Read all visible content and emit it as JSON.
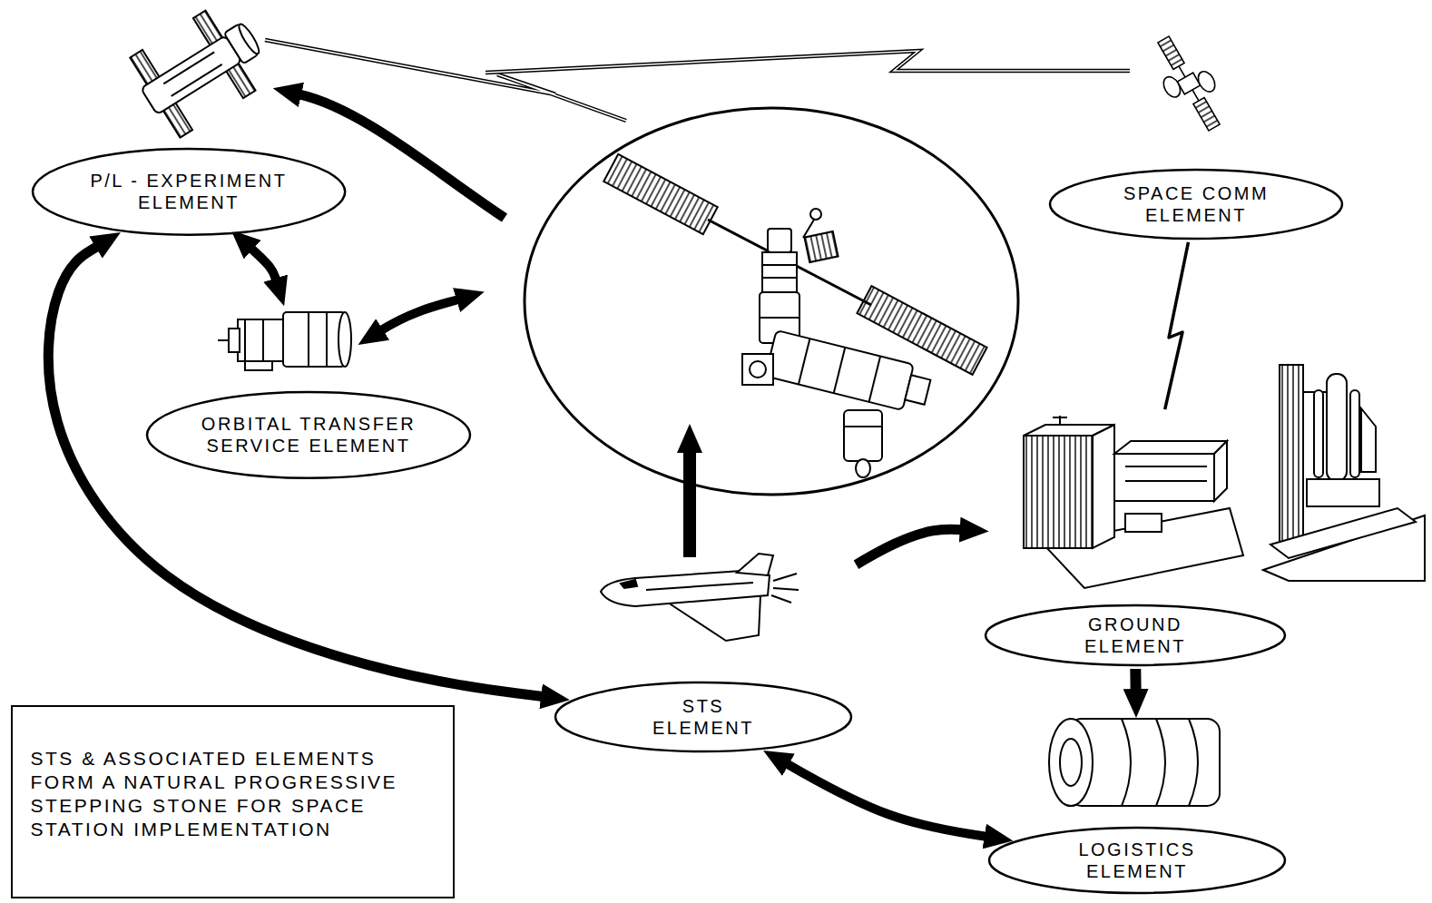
{
  "diagram": {
    "nodes": [
      {
        "text": [
          "P/L - EXPERIMENT ELEMENT"
        ]
      },
      {
        "text": [
          "SPACE COMM ELEMENT"
        ]
      },
      {
        "text": [
          "ORBITAL TRANSFER SERVICE ELEMENT"
        ]
      },
      {
        "text": [
          "GROUND ELEMENT"
        ]
      },
      {
        "text": [
          "STS ELEMENT"
        ]
      },
      {
        "text": [
          "LOGISTICS ELEMENT"
        ]
      },
      {
        "text": [
          "STS & ASSOCIATED ELEMENTS FORM A NATURAL PROGRESSIVE STEPPING STONE FOR SPACE STATION IMPLEMENTATION"
        ]
      }
    ],
    "edges": [
      {
        "from": 0,
        "to": 4,
        "arrow": "both"
      },
      {
        "from": 4,
        "to": 3,
        "arrow": "to"
      },
      {
        "from": 3,
        "to": 5,
        "arrow": "to"
      },
      {
        "from": 4,
        "to": 5,
        "arrow": "both"
      },
      {
        "from": 0,
        "to": 2,
        "arrow": "both"
      },
      {
        "from": 1,
        "to": 3,
        "arrow": "none"
      }
    ]
  }
}
